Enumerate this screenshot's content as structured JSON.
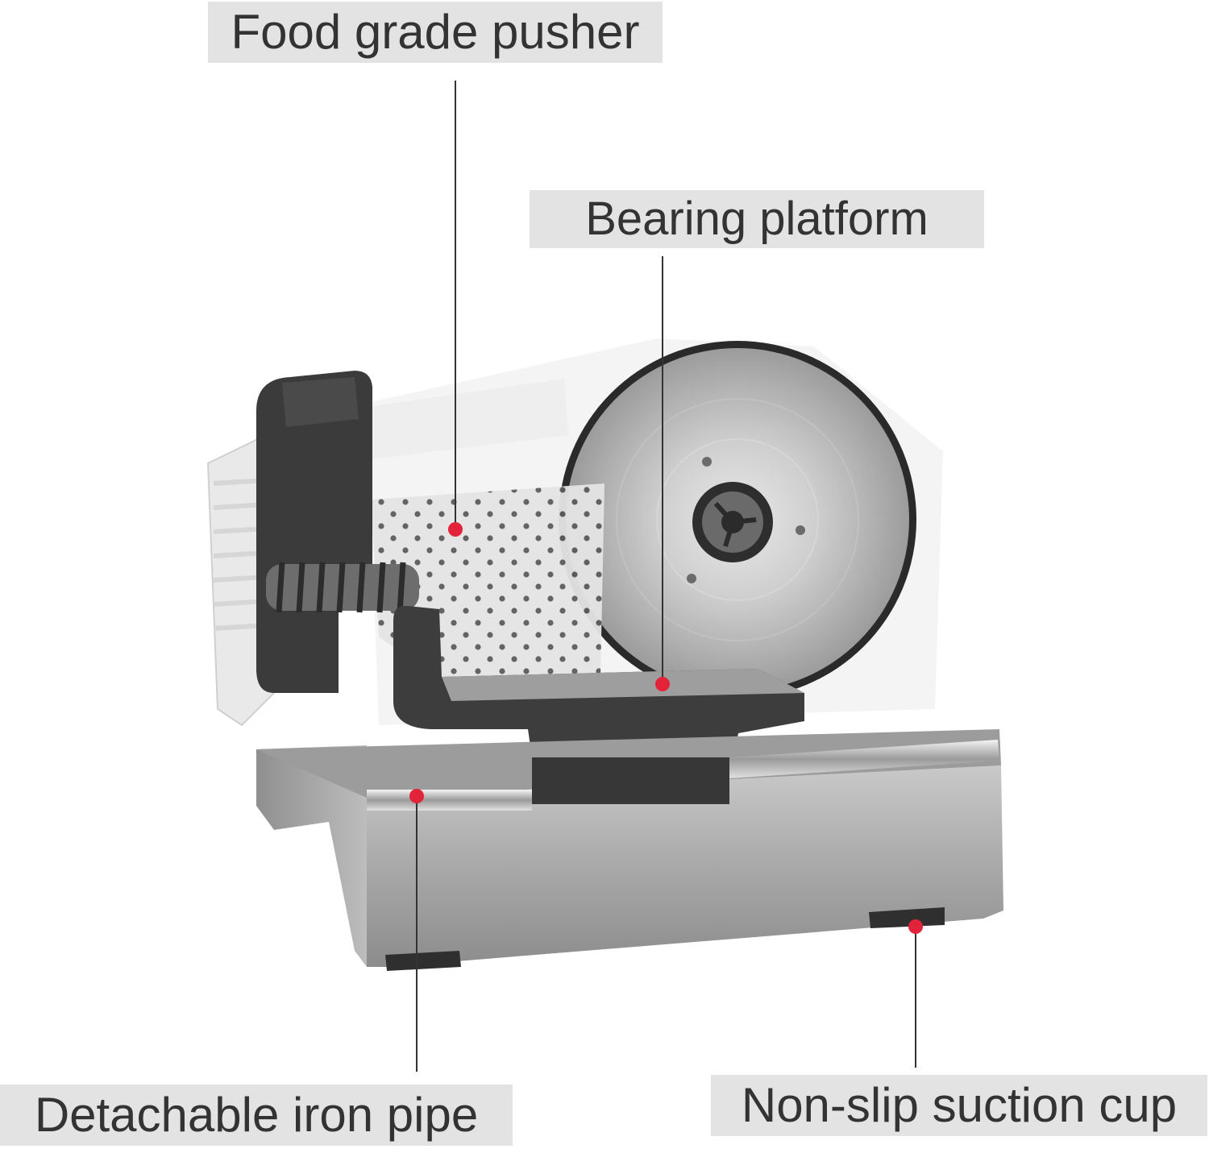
{
  "callouts": {
    "pusher": "Food grade pusher",
    "platform": "Bearing platform",
    "pipe": "Detachable iron pipe",
    "cup": "Non-slip suction cup"
  },
  "colors": {
    "label_bg": "#e3e3e3",
    "label_text": "#333333",
    "marker": "#e2233a",
    "steel": "#b9b9b9",
    "dark_plastic": "#3c3c3c"
  }
}
